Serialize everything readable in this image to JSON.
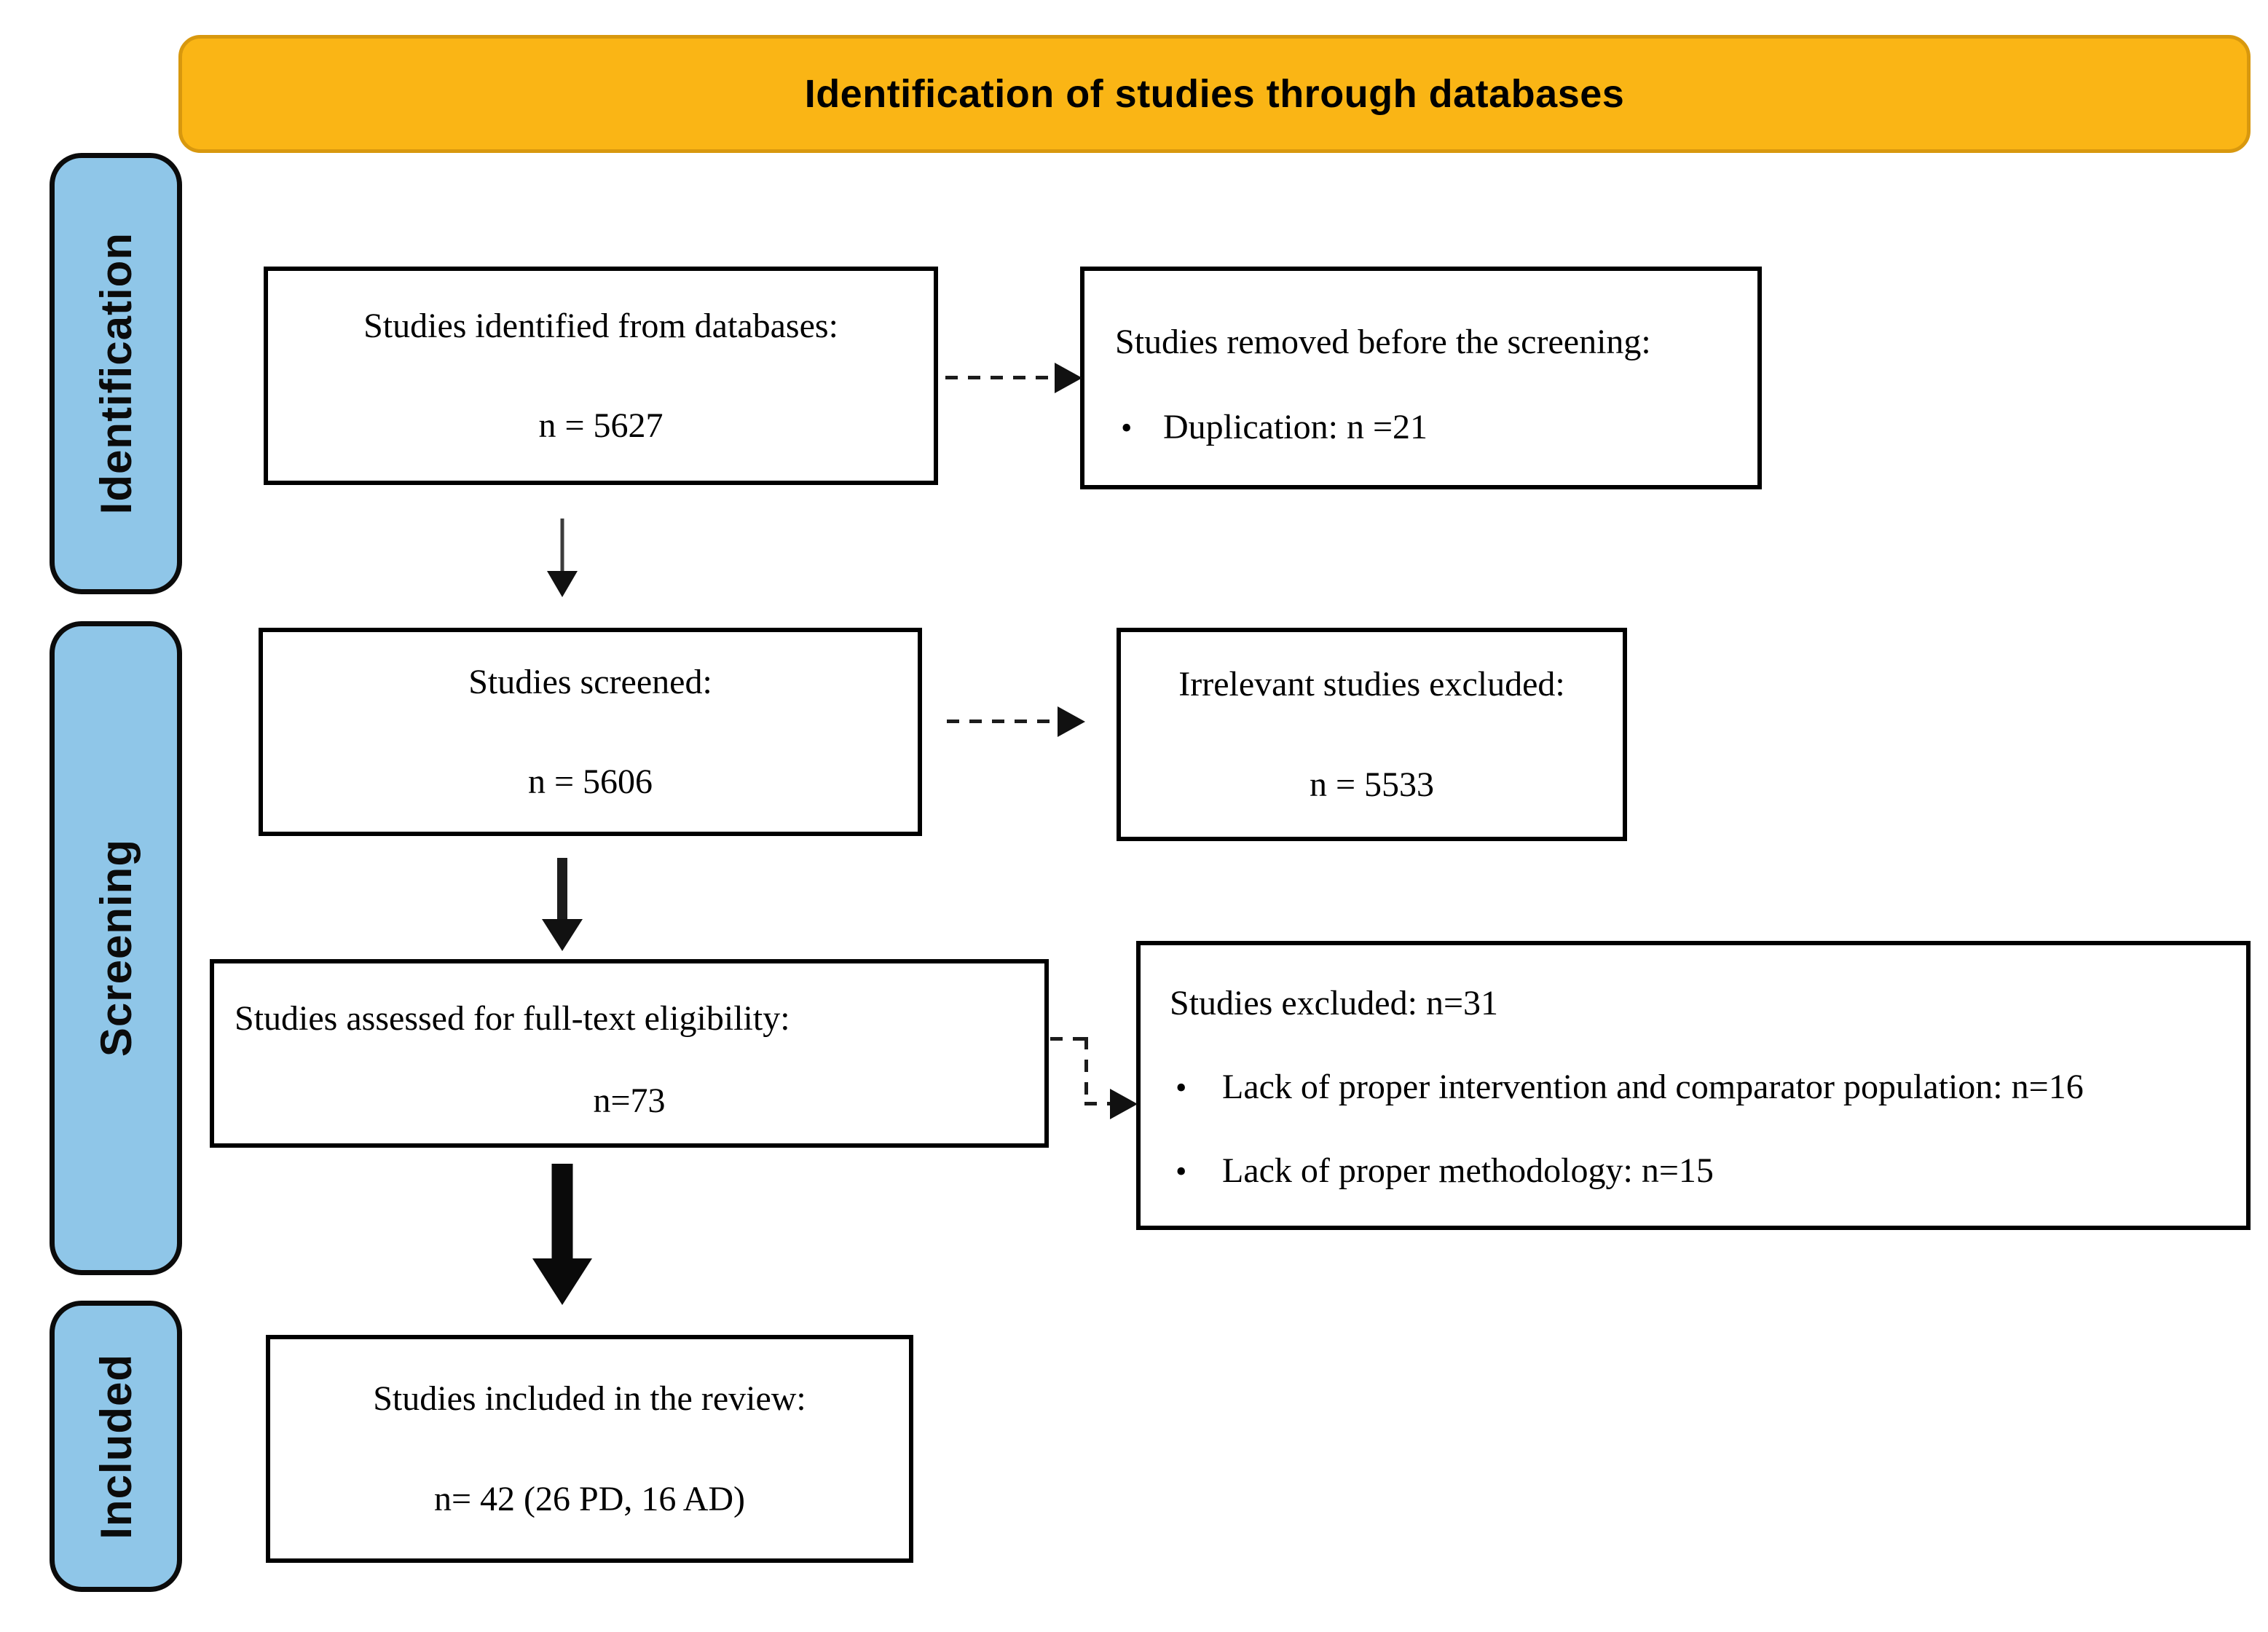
{
  "banner": {
    "title": "Identification of studies through databases"
  },
  "stages": {
    "identification": {
      "label": "Identification"
    },
    "screening": {
      "label": "Screening"
    },
    "included": {
      "label": "Included"
    }
  },
  "boxes": {
    "identified": {
      "title": "Studies identified from databases:",
      "count": "n = 5627"
    },
    "removed": {
      "title": "Studies removed before the screening:",
      "bullet_glyph": "•",
      "bullets": [
        "Duplication: n =21"
      ]
    },
    "screened": {
      "title": "Studies screened:",
      "count": "n = 5606"
    },
    "irrelevant": {
      "title": "Irrelevant studies excluded:",
      "count": "n = 5533"
    },
    "assessed": {
      "title": "Studies assessed for full-text eligibility:",
      "count": "n=73"
    },
    "excluded": {
      "title": "Studies excluded: n=31",
      "bullet_glyph": "•",
      "bullets": [
        "Lack of proper intervention and comparator population: n=16",
        "Lack of proper methodology: n=15"
      ]
    },
    "included": {
      "title": "Studies included in the review:",
      "count": "n= 42 (26 PD, 16 AD)"
    }
  },
  "colors": {
    "banner_fill": "#FAB515",
    "banner_border": "#D8980E",
    "stage_tab_fill": "#8FC6E8",
    "box_border": "#000000",
    "arrow": "#111111"
  }
}
